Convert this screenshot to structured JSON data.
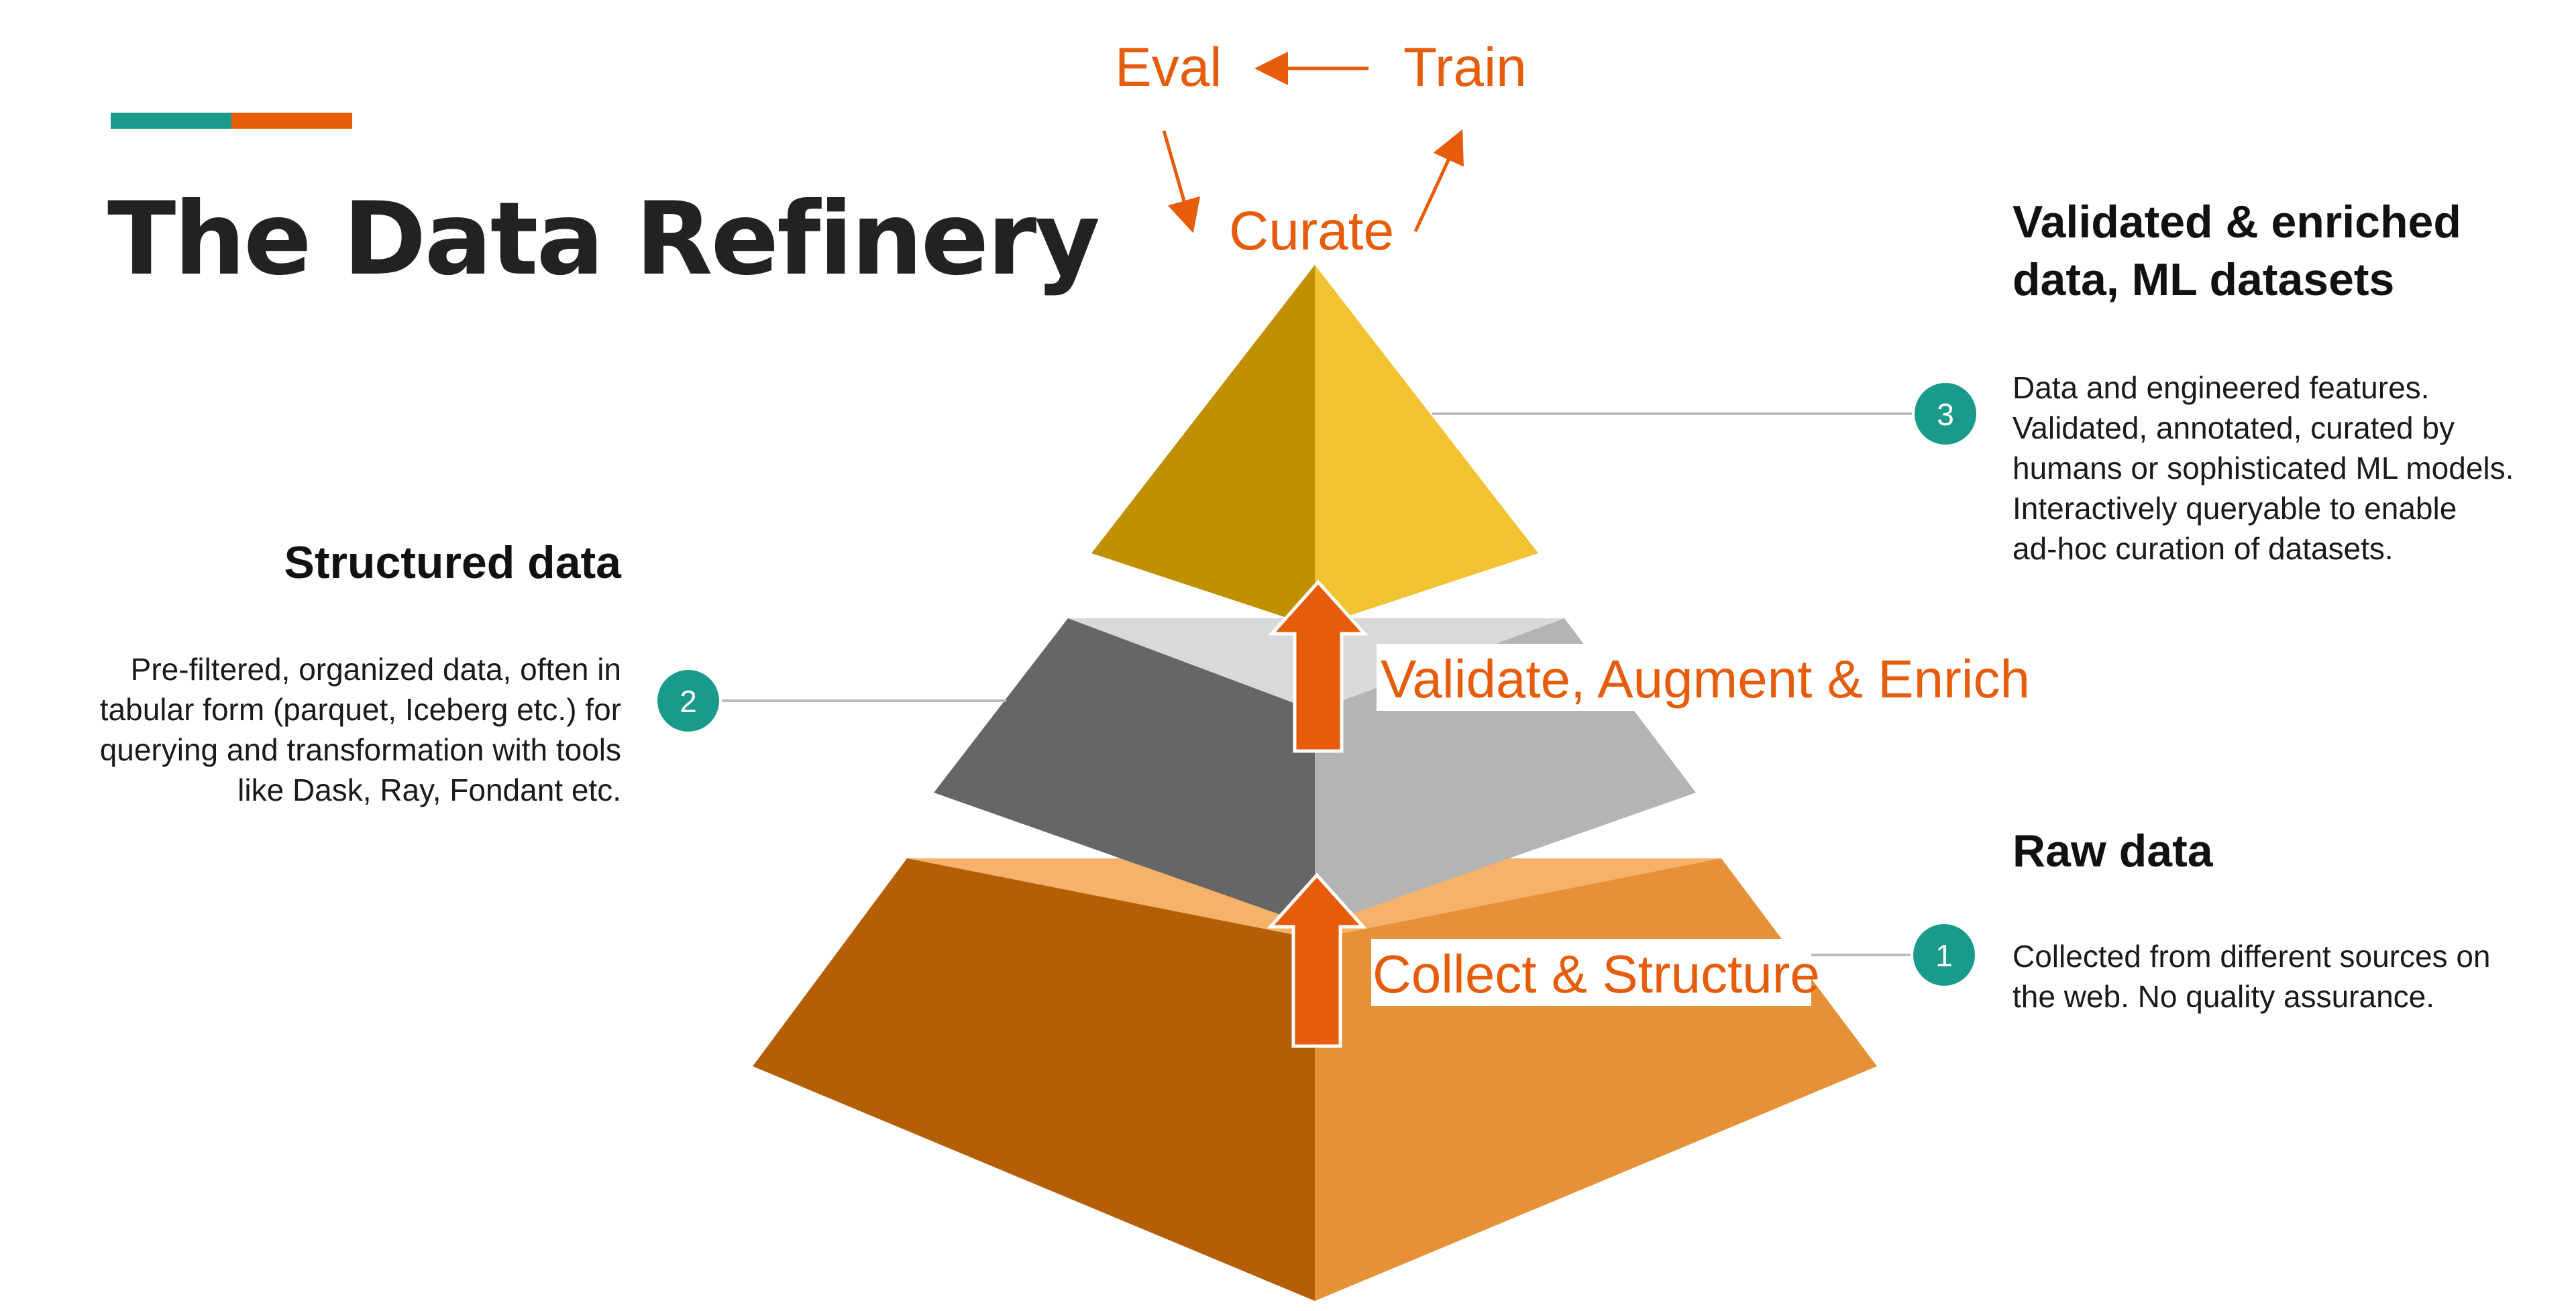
{
  "title": "The Data Refinery",
  "colors": {
    "teal": "#1a9a8b",
    "orange": "#e65c0a",
    "gold_dark": "#c09000",
    "gold_light": "#f1c232",
    "gray_dark": "#666666",
    "gray_light": "#b4b4b4",
    "gray_top": "#d9d9d9",
    "brown_dark": "#b45f06",
    "orange_light": "#e69138",
    "orange_top": "#f6b26b"
  },
  "loop": {
    "eval": "Eval",
    "train": "Train",
    "curate": "Curate"
  },
  "steps": {
    "validate": "Validate, Augment & Enrich",
    "collect": "Collect & Structure"
  },
  "levels": [
    {
      "number": "3",
      "heading_lines": [
        "Validated & enriched",
        "data, ML datasets"
      ],
      "desc_lines": [
        "Data and engineered features.",
        "Validated, annotated, curated by",
        "humans or sophisticated ML models.",
        "Interactively queryable to enable",
        "ad-hoc curation of datasets."
      ]
    },
    {
      "number": "2",
      "heading_lines": [
        "Structured data"
      ],
      "desc_lines": [
        "Pre-filtered, organized data, often in",
        "tabular form (parquet, Iceberg etc.) for",
        "querying and transformation with tools",
        "like Dask, Ray, Fondant etc."
      ]
    },
    {
      "number": "1",
      "heading_lines": [
        "Raw data"
      ],
      "desc_lines": [
        "Collected from different sources on",
        "the web. No quality assurance."
      ]
    }
  ]
}
